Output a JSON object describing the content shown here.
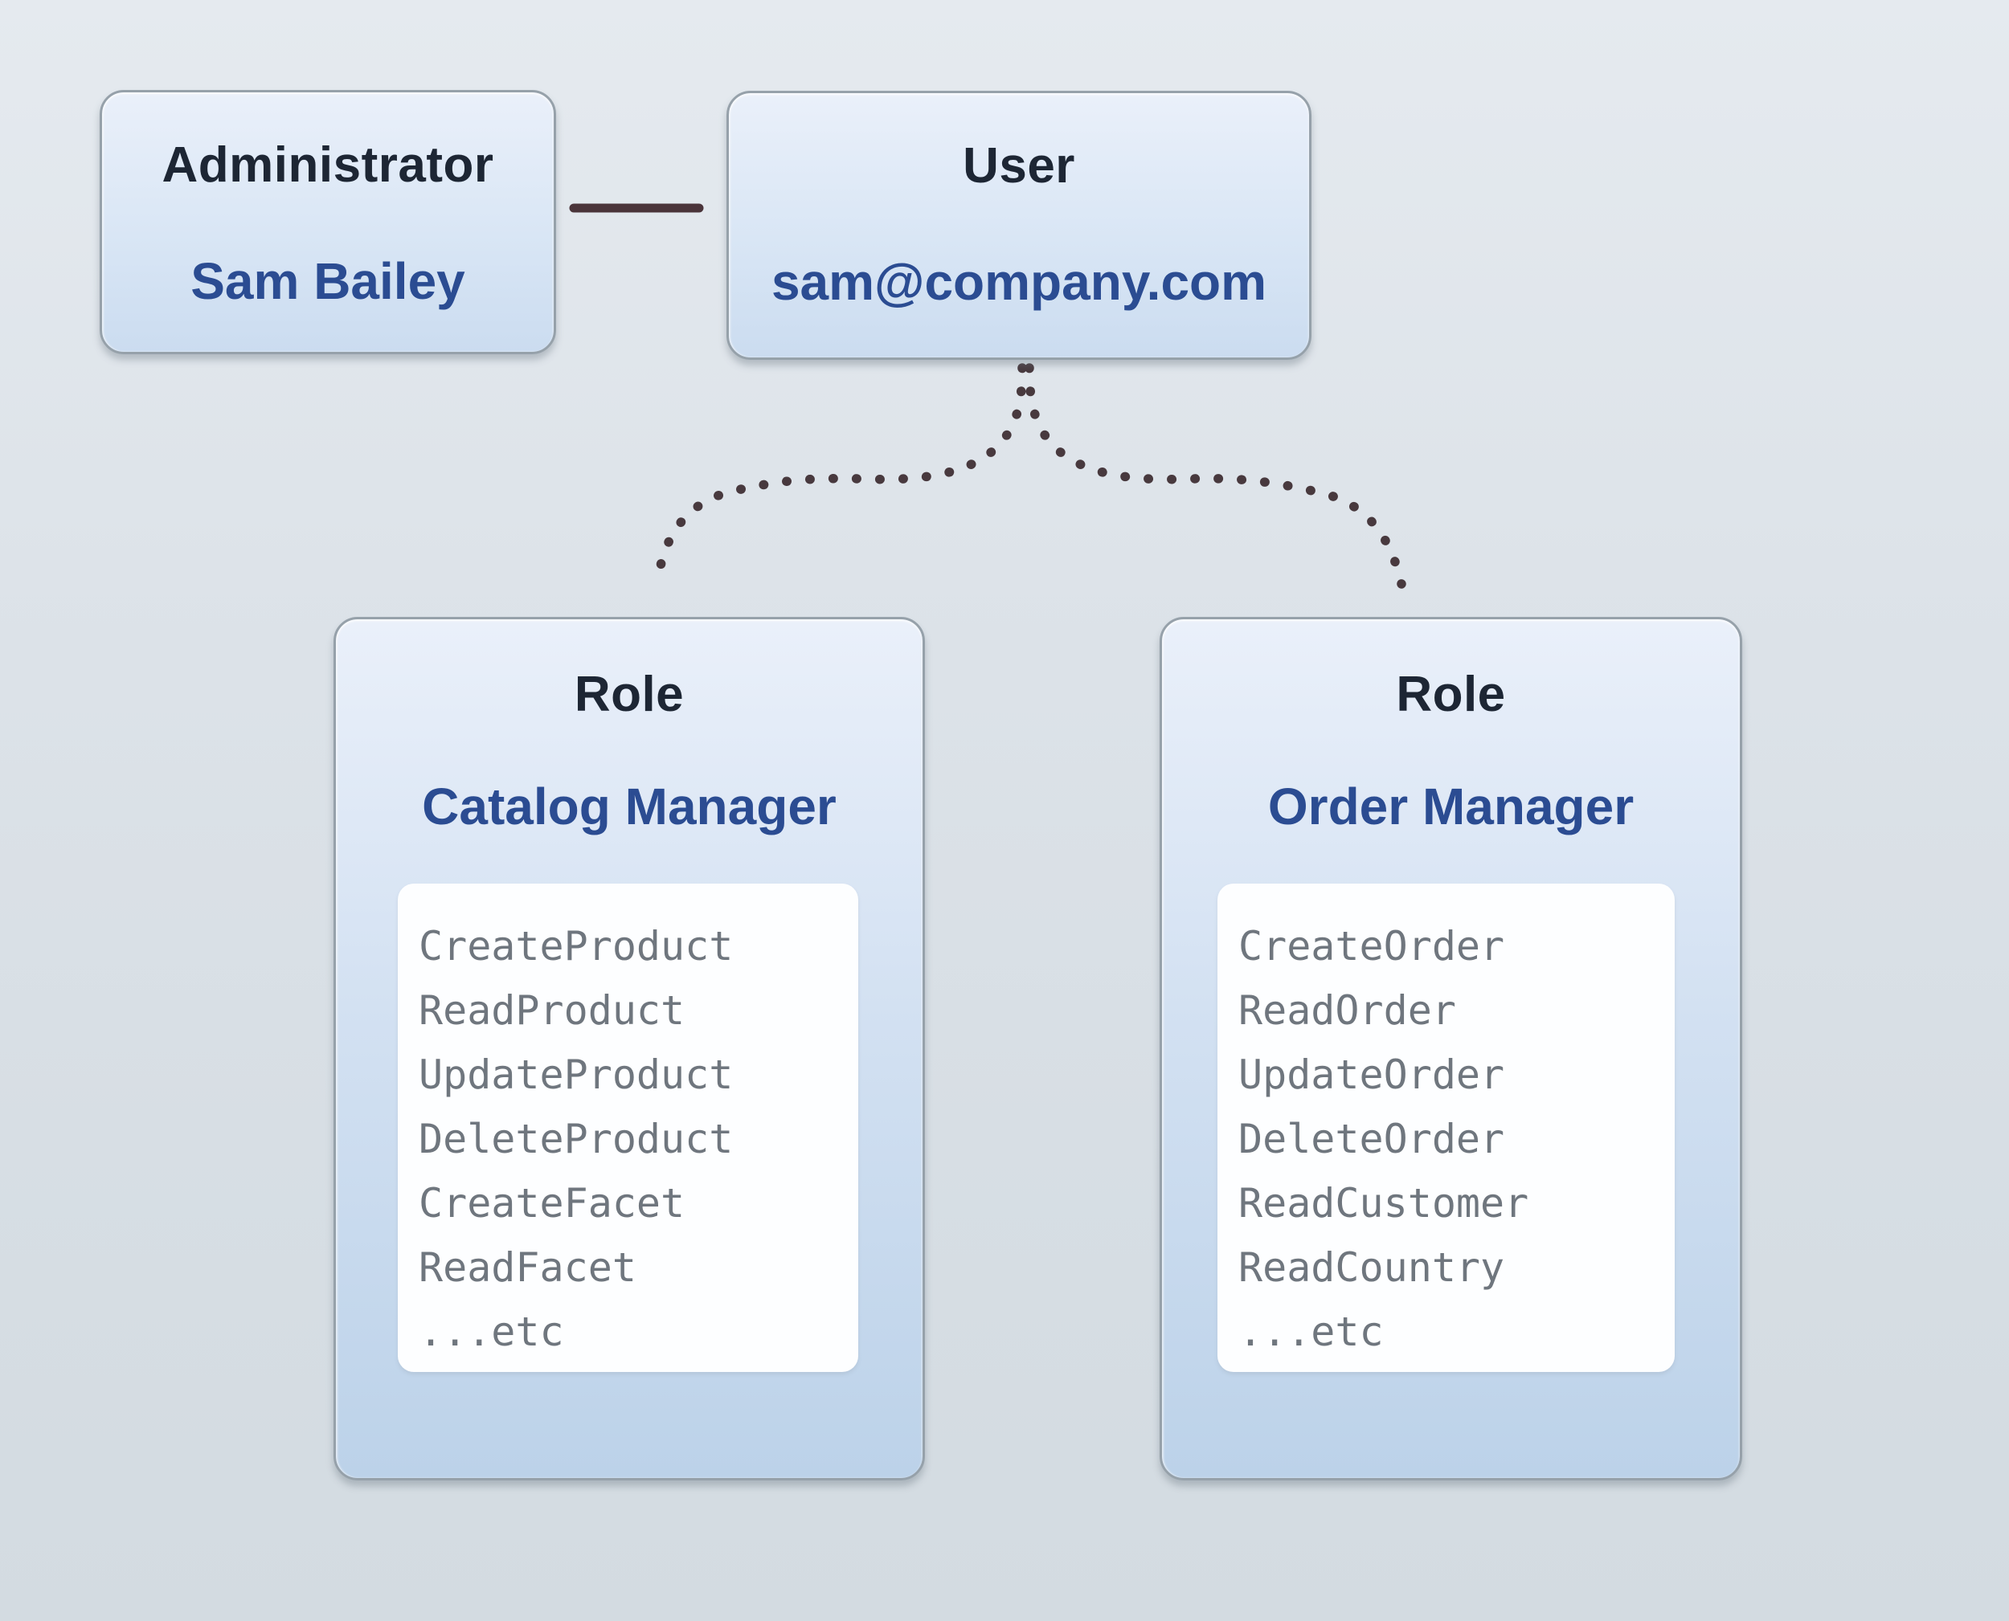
{
  "diagram": {
    "admin_box": {
      "title": "Administrator",
      "subtitle": "Sam Bailey"
    },
    "user_box": {
      "title": "User",
      "subtitle": "sam@company.com"
    },
    "roles": [
      {
        "title": "Role",
        "subtitle": "Catalog Manager",
        "permissions": [
          "CreateProduct",
          "ReadProduct",
          "UpdateProduct",
          "DeleteProduct",
          "CreateFacet",
          "ReadFacet",
          "...etc"
        ]
      },
      {
        "title": "Role",
        "subtitle": "Order Manager",
        "permissions": [
          "CreateOrder",
          "ReadOrder",
          "UpdateOrder",
          "DeleteOrder",
          "ReadCustomer",
          "ReadCountry",
          "...etc"
        ]
      }
    ],
    "colors": {
      "background": "#d8dfe5",
      "box_fill_top": "#eaf0fa",
      "box_fill_bottom": "#bcd2e9",
      "box_border": "#96a1aa",
      "title_text": "#1d2634",
      "accent_blue_text": "#2b4c92",
      "permission_text": "#6f767e",
      "permission_panel": "#fdfeff",
      "connector_line": "#4a343a",
      "dotted_link": "#48393e"
    }
  }
}
